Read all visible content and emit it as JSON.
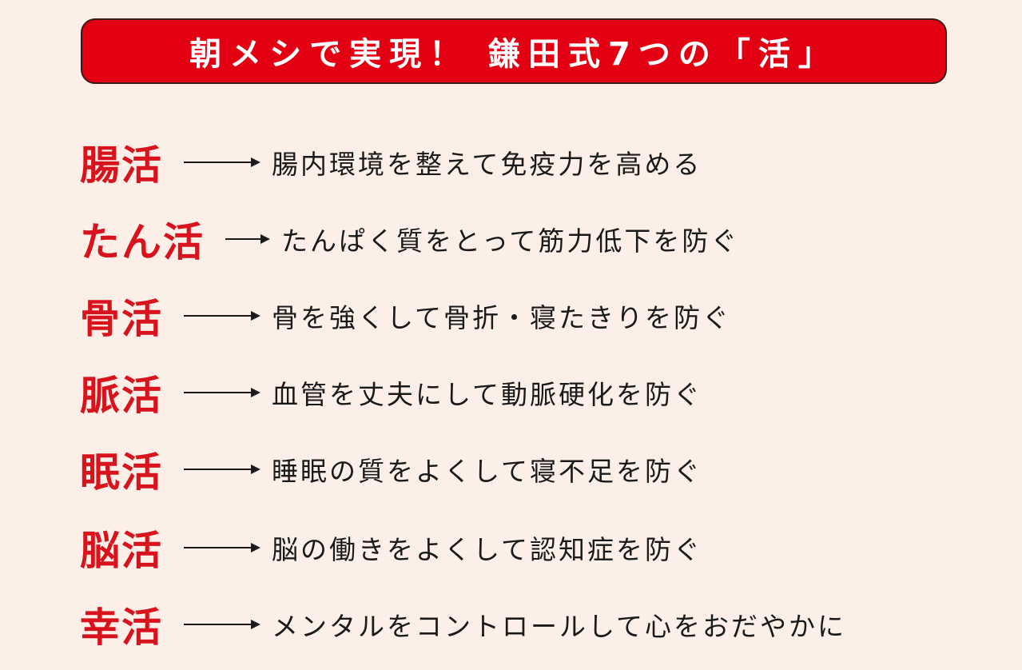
{
  "header": {
    "title": "朝メシで実現！ 鎌田式7つの「活」",
    "background_color": "#e20012",
    "text_color": "#ffffff"
  },
  "colors": {
    "page_background": "#fcefe8",
    "label": "#d7141e",
    "description": "#1a1a1a"
  },
  "items": [
    {
      "label": "腸活",
      "icon": "arrow-right-icon",
      "description": "腸内環境を整えて免疫力を高める"
    },
    {
      "label": "たん活",
      "icon": "arrow-right-icon",
      "description": "たんぱく質をとって筋力低下を防ぐ"
    },
    {
      "label": "骨活",
      "icon": "arrow-right-icon",
      "description": "骨を強くして骨折・寝たきりを防ぐ"
    },
    {
      "label": "脈活",
      "icon": "arrow-right-icon",
      "description": "血管を丈夫にして動脈硬化を防ぐ"
    },
    {
      "label": "眠活",
      "icon": "arrow-right-icon",
      "description": "睡眠の質をよくして寝不足を防ぐ"
    },
    {
      "label": "脳活",
      "icon": "arrow-right-icon",
      "description": "脳の働きをよくして認知症を防ぐ"
    },
    {
      "label": "幸活",
      "icon": "arrow-right-icon",
      "description": "メンタルをコントロールして心をおだやかに"
    }
  ]
}
